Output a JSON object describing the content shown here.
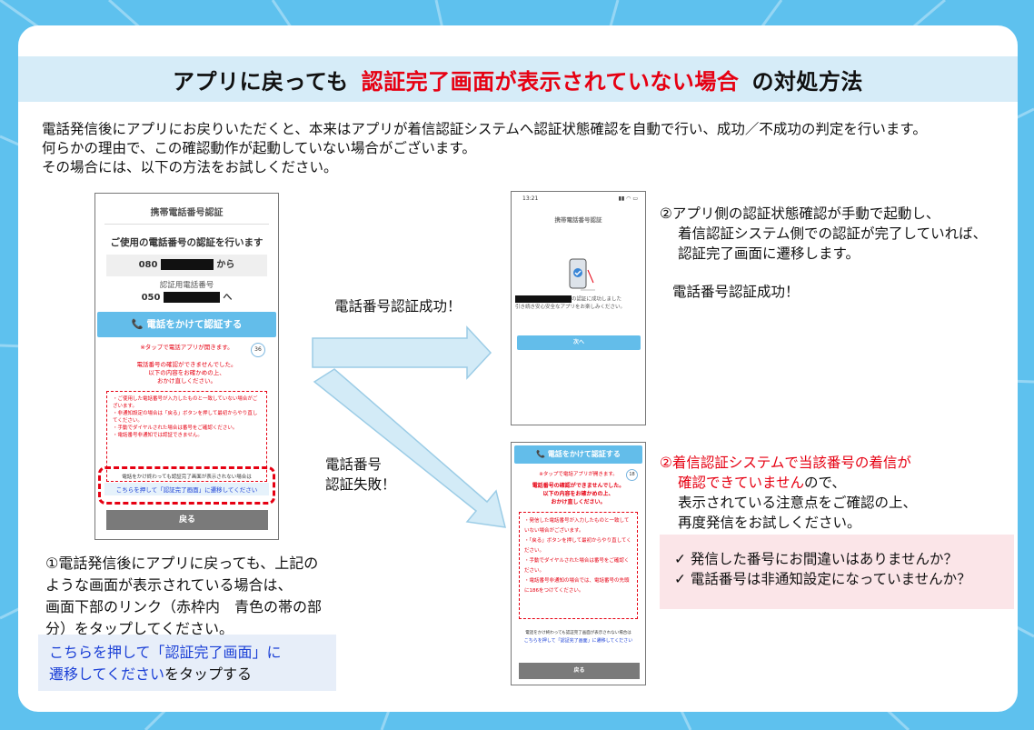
{
  "title": {
    "part1": "アプリに戻っても",
    "part2_red": "認証完了画面が表示されていない場合",
    "part3": "の対処方法"
  },
  "intro": [
    "電話発信後にアプリにお戻りいただくと、本来はアプリが着信認証システムへ認証状態確認を自動で行い、成功／不成功の判定を行います。",
    "何らかの理由で、この確認動作が起動していない場合がございます。",
    "その場合には、以下の方法をお試しください。"
  ],
  "phone1": {
    "title": "携帯電話番号認証",
    "heading": "ご使用の電話番号の認証を行います",
    "from_prefix": "080",
    "from_suffix": "から",
    "to_label": "認証用電話番号",
    "to_prefix": "050",
    "to_suffix": "へ",
    "call_button": "📞 電話をかけて認証する",
    "tap_note": "※タップで電話アプリが開きます。",
    "countdown": "36",
    "warn1": "電話番号の確認ができませんでした。",
    "warn2": "以下の内容をお確かめの上、",
    "warn3": "おかけ直しください。",
    "bullets": [
      "・ご使用した電話番号が入力したものと一致していない場合がございます。",
      "・非通知設定の場合は「戻る」ボタンを押して最初からやり直してください。",
      "・手動でダイヤルされた場合は番号をご確認ください。",
      "・電話番号非通知では認証できません。"
    ],
    "link_note": "電話をかけ終わっても認証完了画面が表示されない場合は",
    "link_text": "こちらを押して「認証完了画面」に遷移してください",
    "back_button": "戻る"
  },
  "phone2": {
    "status_time": "13:21",
    "title": "携帯電話番号認証",
    "msg1": "の認証に成功しました",
    "msg2": "引き続き安心安全なアプリをお楽しみください。",
    "next_button": "次へ"
  },
  "phone3": {
    "call_button": "📞 電話をかけて認証する",
    "tap_note": "※タップで電話アプリが開きます。",
    "countdown": "18",
    "warn1": "電話番号の確認ができませんでした。",
    "warn2": "以下の内容をお確かめの上、",
    "warn3": "おかけ直しください。",
    "bullets": [
      "・発信した電話番号が入力したものと一致していない場合がございます。",
      "・「戻る」ボタンを押して最初からやり直してください。",
      "・手動でダイヤルされた場合は番号をご確認ください。",
      "・電話番号非通知の場合では、電話番号の先頭に186をつけてください。"
    ],
    "link_note": "電話をかけ終わっても認証完了画面が表示されない場合は",
    "link_text": "こちらを押して「認証完了画面」に遷移してください",
    "back_button": "戻る"
  },
  "arrow_success": "電話番号認証成功！",
  "arrow_fail_1": "電話番号",
  "arrow_fail_2": "認証失敗！",
  "step1": {
    "line1": "①電話発信後にアプリに戻っても、上記の",
    "line2": "ような画面が表示されている場合は、",
    "line3": "画面下部のリンク（赤枠内　青色の帯の部",
    "line4": "分）をタップしてください。",
    "link_line1": "こちらを押して「認証完了画面」に",
    "link_line2_blue": "遷移してください",
    "link_line2_rest": "をタップする"
  },
  "step2a": {
    "line1": "②アプリ側の認証状態確認が手動で起動し、",
    "line2": "着信認証システム側での認証が完了していれば、",
    "line3": "認証完了画面に遷移します。",
    "result": "電話番号認証成功！"
  },
  "step2b": {
    "line1_red": "②着信認証システムで当該番号の着信が",
    "line2_red": "確認できていません",
    "line2_rest": "ので、",
    "line3": "表示されている注意点をご確認の上、",
    "line4": "再度発信をお試しください。",
    "check1": "✓ 発信した番号にお間違いはありませんか？",
    "check2": "✓ 電話番号は非通知設定になっていませんか？"
  },
  "colors": {
    "background": "#5ec1ee",
    "title_band": "#d6ecf8",
    "accent_red": "#e60012",
    "accent_blue": "#63bdea",
    "link_blue": "#1a3fd6",
    "pink_box": "#fbe5e8"
  }
}
